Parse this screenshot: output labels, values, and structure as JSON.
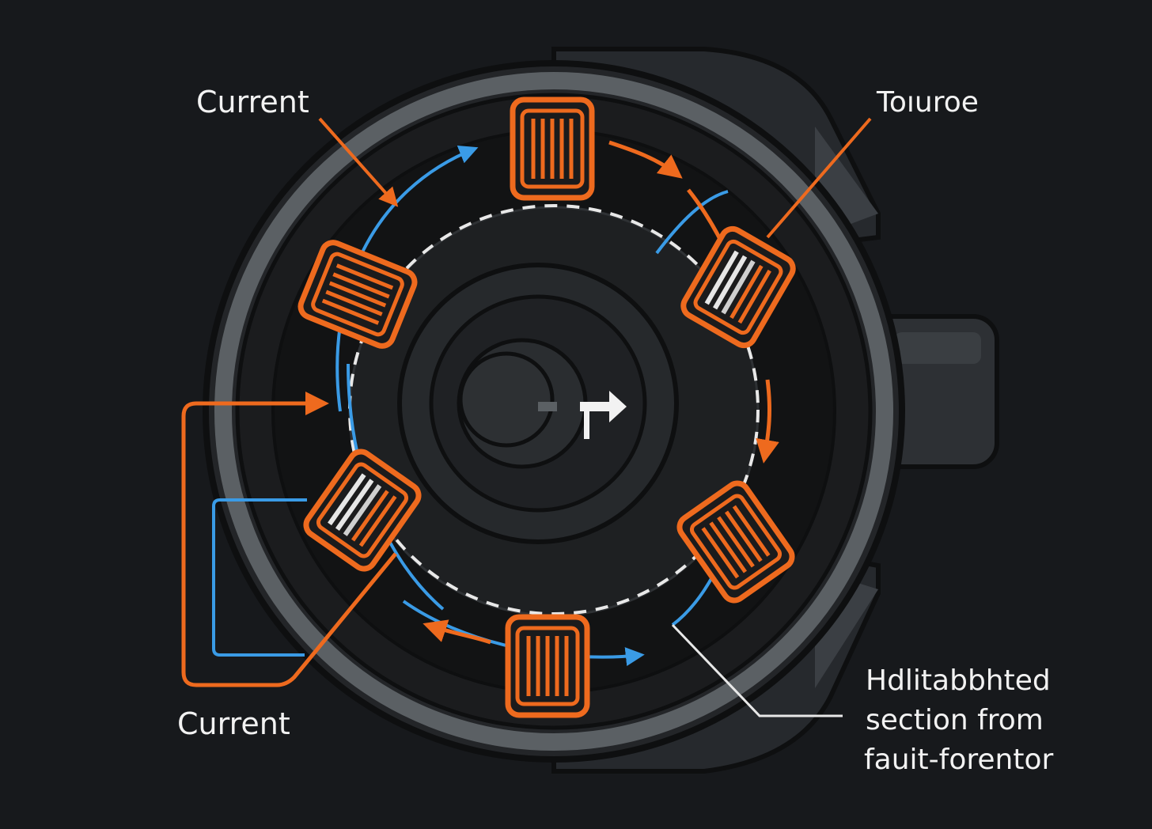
{
  "labels": {
    "current_top": "Current",
    "current_bottom": "Current",
    "torque": "Toıuroe",
    "highlight_line1": "Hdlitabbhted",
    "highlight_line2": "section  from",
    "highlight_line3": "fauit-forentor"
  },
  "colors": {
    "background": "#17191c",
    "coil_orange": "#ee6a1e",
    "flux_blue": "#3a9be6",
    "highlight_white": "#e6e6e6",
    "housing_grey": "#5b6064"
  },
  "icons": {
    "center_arrow": "rotation-direction-arrow-icon"
  }
}
